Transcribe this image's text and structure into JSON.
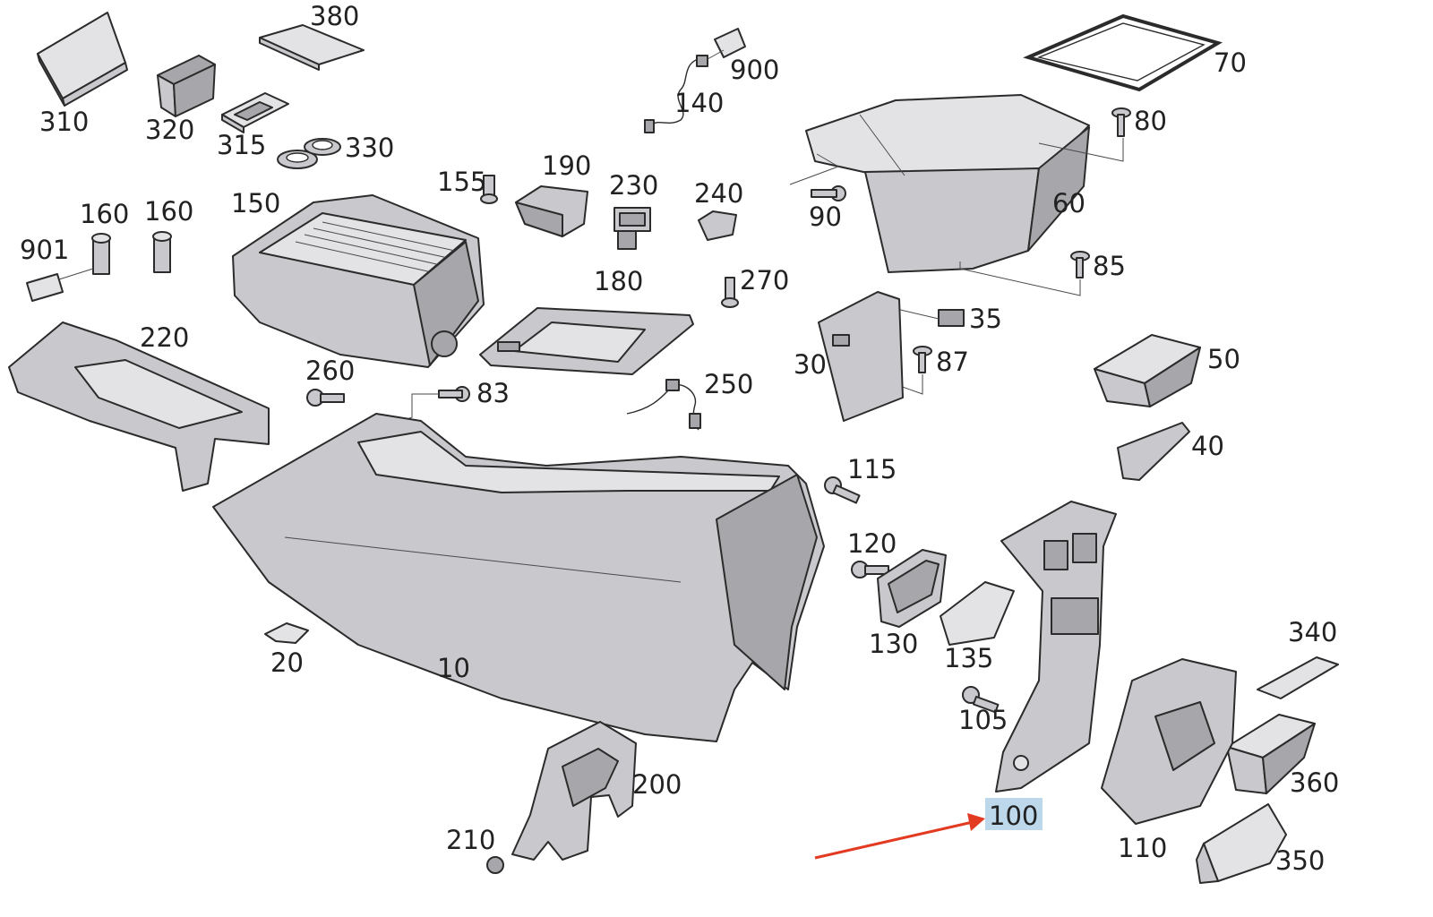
{
  "parts": [
    {
      "id": "p310",
      "label": "310"
    },
    {
      "id": "p380",
      "label": "380"
    },
    {
      "id": "p320",
      "label": "320"
    },
    {
      "id": "p315",
      "label": "315"
    },
    {
      "id": "p330",
      "label": "330"
    },
    {
      "id": "p900",
      "label": "900"
    },
    {
      "id": "p140",
      "label": "140"
    },
    {
      "id": "p70",
      "label": "70"
    },
    {
      "id": "p80",
      "label": "80"
    },
    {
      "id": "p155",
      "label": "155"
    },
    {
      "id": "p190",
      "label": "190"
    },
    {
      "id": "p230",
      "label": "230"
    },
    {
      "id": "p240",
      "label": "240"
    },
    {
      "id": "p90",
      "label": "90"
    },
    {
      "id": "p60",
      "label": "60"
    },
    {
      "id": "p160a",
      "label": "160"
    },
    {
      "id": "p160b",
      "label": "160"
    },
    {
      "id": "p150",
      "label": "150"
    },
    {
      "id": "p901",
      "label": "901"
    },
    {
      "id": "p85",
      "label": "85"
    },
    {
      "id": "p180",
      "label": "180"
    },
    {
      "id": "p270",
      "label": "270"
    },
    {
      "id": "p220",
      "label": "220"
    },
    {
      "id": "p35",
      "label": "35"
    },
    {
      "id": "p50",
      "label": "50"
    },
    {
      "id": "p30",
      "label": "30"
    },
    {
      "id": "p87",
      "label": "87"
    },
    {
      "id": "p260",
      "label": "260"
    },
    {
      "id": "p83",
      "label": "83"
    },
    {
      "id": "p250",
      "label": "250"
    },
    {
      "id": "p40",
      "label": "40"
    },
    {
      "id": "p115",
      "label": "115"
    },
    {
      "id": "p120",
      "label": "120"
    },
    {
      "id": "p130",
      "label": "130"
    },
    {
      "id": "p135",
      "label": "135"
    },
    {
      "id": "p340",
      "label": "340"
    },
    {
      "id": "p20",
      "label": "20"
    },
    {
      "id": "p10",
      "label": "10"
    },
    {
      "id": "p105",
      "label": "105"
    },
    {
      "id": "p200",
      "label": "200"
    },
    {
      "id": "p360",
      "label": "360"
    },
    {
      "id": "p100",
      "label": "100",
      "highlighted": true
    },
    {
      "id": "p210",
      "label": "210"
    },
    {
      "id": "p110",
      "label": "110"
    },
    {
      "id": "p350",
      "label": "350"
    }
  ],
  "colors": {
    "part_fill": "#c9c9cd",
    "outline": "#2b2b2b",
    "highlight": "#bcd8ea",
    "arrow": "#e23b22"
  }
}
